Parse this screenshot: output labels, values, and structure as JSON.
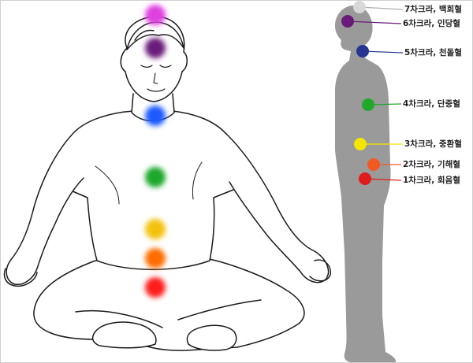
{
  "chakras": [
    {
      "number": 7,
      "label": "7차크라, 백회혈",
      "color": "#e040e0",
      "color_side": "#d8d8d8"
    },
    {
      "number": 6,
      "label": "6차크라, 인당혈",
      "color": "#6a1b7a",
      "color_side": "#6a1b7a"
    },
    {
      "number": 5,
      "label": "5차크라, 천돌혈",
      "color": "#1e5aff",
      "color_side": "#283593"
    },
    {
      "number": 4,
      "label": "4차크라, 단중혈",
      "color": "#1fa82a",
      "color_side": "#1fa82a"
    },
    {
      "number": 3,
      "label": "3차크라, 중환혈",
      "color": "#f4c20d",
      "color_side": "#f4e600"
    },
    {
      "number": 2,
      "label": "2차크라, 기해혈",
      "color": "#ff6d00",
      "color_side": "#f05a22"
    },
    {
      "number": 1,
      "label": "1차크라, 회음혈",
      "color": "#ff1a1a",
      "color_side": "#e01b1b"
    }
  ],
  "colors": {
    "outline": "#1a1a1a",
    "silhouette": "#9a9a9a",
    "background": "#ffffff"
  }
}
